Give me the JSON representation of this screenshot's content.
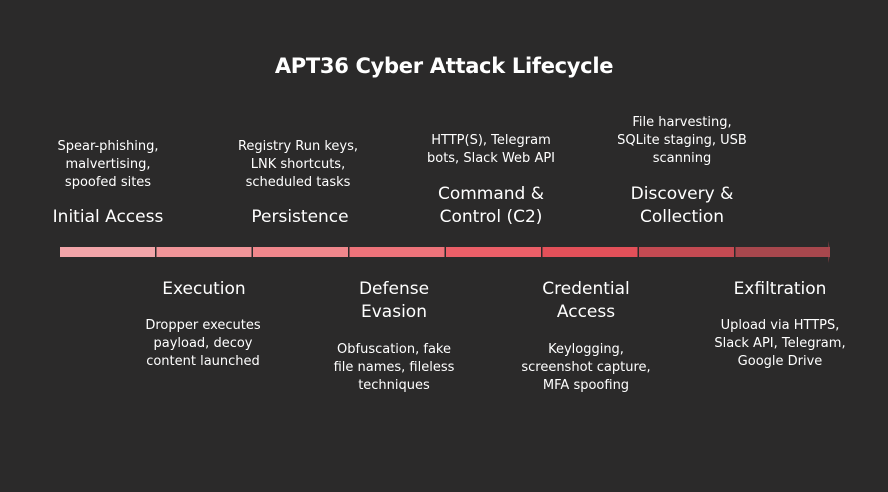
{
  "title": "APT36 Cyber Attack Lifecycle",
  "colors": {
    "background": "#2b2a2a",
    "segments": [
      "#f2a5a9",
      "#f19599",
      "#f0878c",
      "#ee737a",
      "#ec5f68",
      "#e35059",
      "#c44a52",
      "#a8474d"
    ],
    "arrowhead": "#a8474d"
  },
  "stages": [
    {
      "name": "Initial Access",
      "description": [
        "Spear-phishing,",
        "malvertising,",
        "spoofed sites"
      ],
      "position": "top"
    },
    {
      "name": "Execution",
      "description": [
        "Dropper executes",
        "payload, decoy",
        "content launched"
      ],
      "position": "bottom"
    },
    {
      "name": "Persistence",
      "description": [
        "Registry Run keys,",
        "LNK shortcuts,",
        "scheduled tasks"
      ],
      "position": "top"
    },
    {
      "name": "Defense Evasion",
      "name_lines": [
        "Defense",
        "Evasion"
      ],
      "description": [
        "Obfuscation, fake",
        "file names, fileless",
        "techniques"
      ],
      "position": "bottom"
    },
    {
      "name": "Command & Control (C2)",
      "name_lines": [
        "Command &",
        "Control (C2)"
      ],
      "description": [
        "HTTP(S), Telegram",
        "bots, Slack Web API"
      ],
      "position": "top"
    },
    {
      "name": "Credential Access",
      "name_lines": [
        "Credential",
        "Access"
      ],
      "description": [
        "Keylogging,",
        "screenshot capture,",
        "MFA spoofing"
      ],
      "position": "bottom"
    },
    {
      "name": "Discovery & Collection",
      "name_lines": [
        "Discovery &",
        "Collection"
      ],
      "description": [
        "File harvesting,",
        "SQLite staging, USB",
        "scanning"
      ],
      "position": "top"
    },
    {
      "name": "Exfiltration",
      "description": [
        "Upload via HTTPS,",
        "Slack API, Telegram,",
        "Google Drive"
      ],
      "position": "bottom"
    }
  ]
}
